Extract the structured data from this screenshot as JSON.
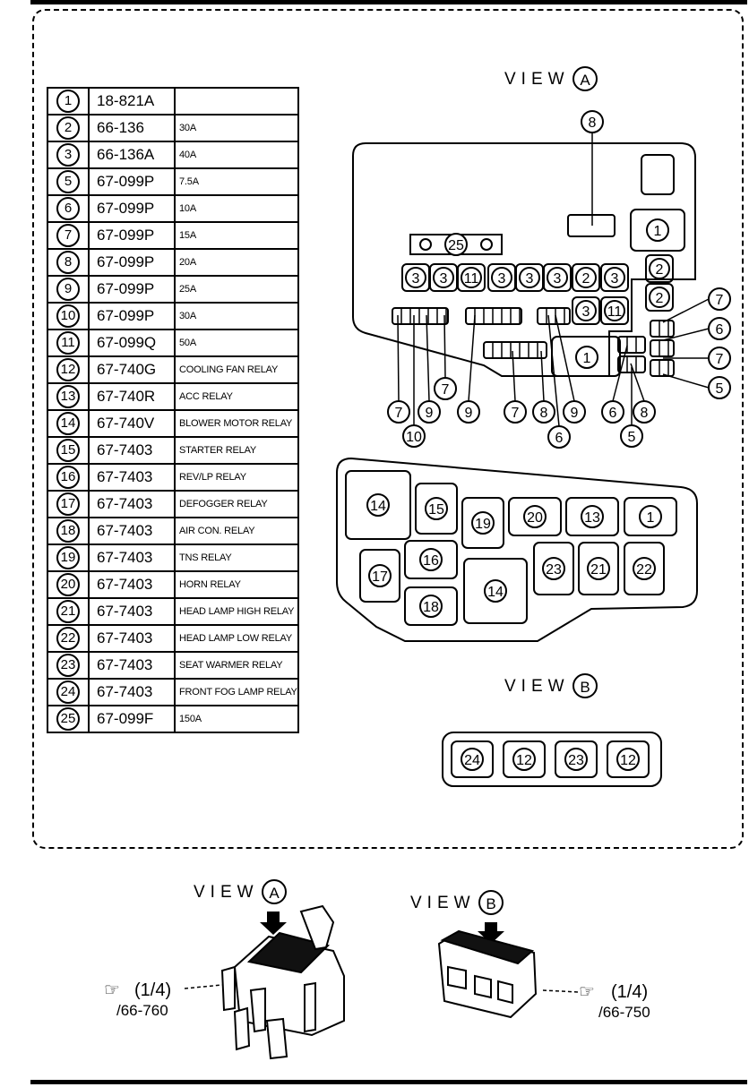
{
  "parts_table": [
    {
      "no": "1",
      "part": "18-821A",
      "desc": ""
    },
    {
      "no": "2",
      "part": "66-136",
      "desc": "30A"
    },
    {
      "no": "3",
      "part": "66-136A",
      "desc": "40A"
    },
    {
      "no": "5",
      "part": "67-099P",
      "desc": "7.5A"
    },
    {
      "no": "6",
      "part": "67-099P",
      "desc": "10A"
    },
    {
      "no": "7",
      "part": "67-099P",
      "desc": "15A"
    },
    {
      "no": "8",
      "part": "67-099P",
      "desc": "20A"
    },
    {
      "no": "9",
      "part": "67-099P",
      "desc": "25A"
    },
    {
      "no": "10",
      "part": "67-099P",
      "desc": "30A"
    },
    {
      "no": "11",
      "part": "67-099Q",
      "desc": "50A"
    },
    {
      "no": "12",
      "part": "67-740G",
      "desc": "COOLING FAN  RELAY"
    },
    {
      "no": "13",
      "part": "67-740R",
      "desc": "ACC RELAY"
    },
    {
      "no": "14",
      "part": "67-740V",
      "desc": "BLOWER MOTOR RELAY"
    },
    {
      "no": "15",
      "part": "67-7403",
      "desc": "STARTER RELAY"
    },
    {
      "no": "16",
      "part": "67-7403",
      "desc": "REV/LP  RELAY"
    },
    {
      "no": "17",
      "part": "67-7403",
      "desc": "DEFOGGER RELAY"
    },
    {
      "no": "18",
      "part": "67-7403",
      "desc": "AIR CON.  RELAY"
    },
    {
      "no": "19",
      "part": "67-7403",
      "desc": "TNS  RELAY"
    },
    {
      "no": "20",
      "part": "67-7403",
      "desc": "HORN RELAY"
    },
    {
      "no": "21",
      "part": "67-7403",
      "desc": "HEAD LAMP HIGH RELAY"
    },
    {
      "no": "22",
      "part": "67-7403",
      "desc": "HEAD LAMP LOW RELAY"
    },
    {
      "no": "23",
      "part": "67-7403",
      "desc": "SEAT WARMER RELAY"
    },
    {
      "no": "24",
      "part": "67-7403",
      "desc": "FRONT FOG LAMP RELAY"
    },
    {
      "no": "25",
      "part": "67-099F",
      "desc": "150A"
    }
  ],
  "view_a": {
    "label": "VIEW",
    "letter": "A",
    "upper_fuses": {
      "top_row": [
        "25"
      ],
      "fuse_row": [
        "3",
        "3",
        "11",
        "3",
        "3",
        "3",
        "2",
        "3"
      ],
      "fuse_row2": [
        "3",
        "11"
      ],
      "right_column": [
        "1",
        "2",
        "2"
      ],
      "lower": [
        "1"
      ]
    },
    "mini_fuse_callouts": {
      "top": [
        "8"
      ],
      "right": [
        "7",
        "6",
        "7",
        "5"
      ],
      "bottom_row1": [
        "7",
        "9",
        "7",
        "9",
        "7",
        "8",
        "9",
        "6",
        "8"
      ],
      "bottom_row2": [
        "10",
        "6",
        "5"
      ]
    },
    "relays": [
      "14",
      "15",
      "19",
      "20",
      "13",
      "1",
      "17",
      "16",
      "14",
      "23",
      "21",
      "22",
      "18"
    ]
  },
  "view_b": {
    "label": "VIEW",
    "letter": "B",
    "relays": [
      "24",
      "12",
      "23",
      "12"
    ]
  },
  "illustration_a": {
    "label": "VIEW",
    "letter": "A",
    "ref_fraction": "(1/4)",
    "ref_part": "/66-760"
  },
  "illustration_b": {
    "label": "VIEW",
    "letter": "B",
    "ref_fraction": "(1/4)",
    "ref_part": "/66-750"
  }
}
